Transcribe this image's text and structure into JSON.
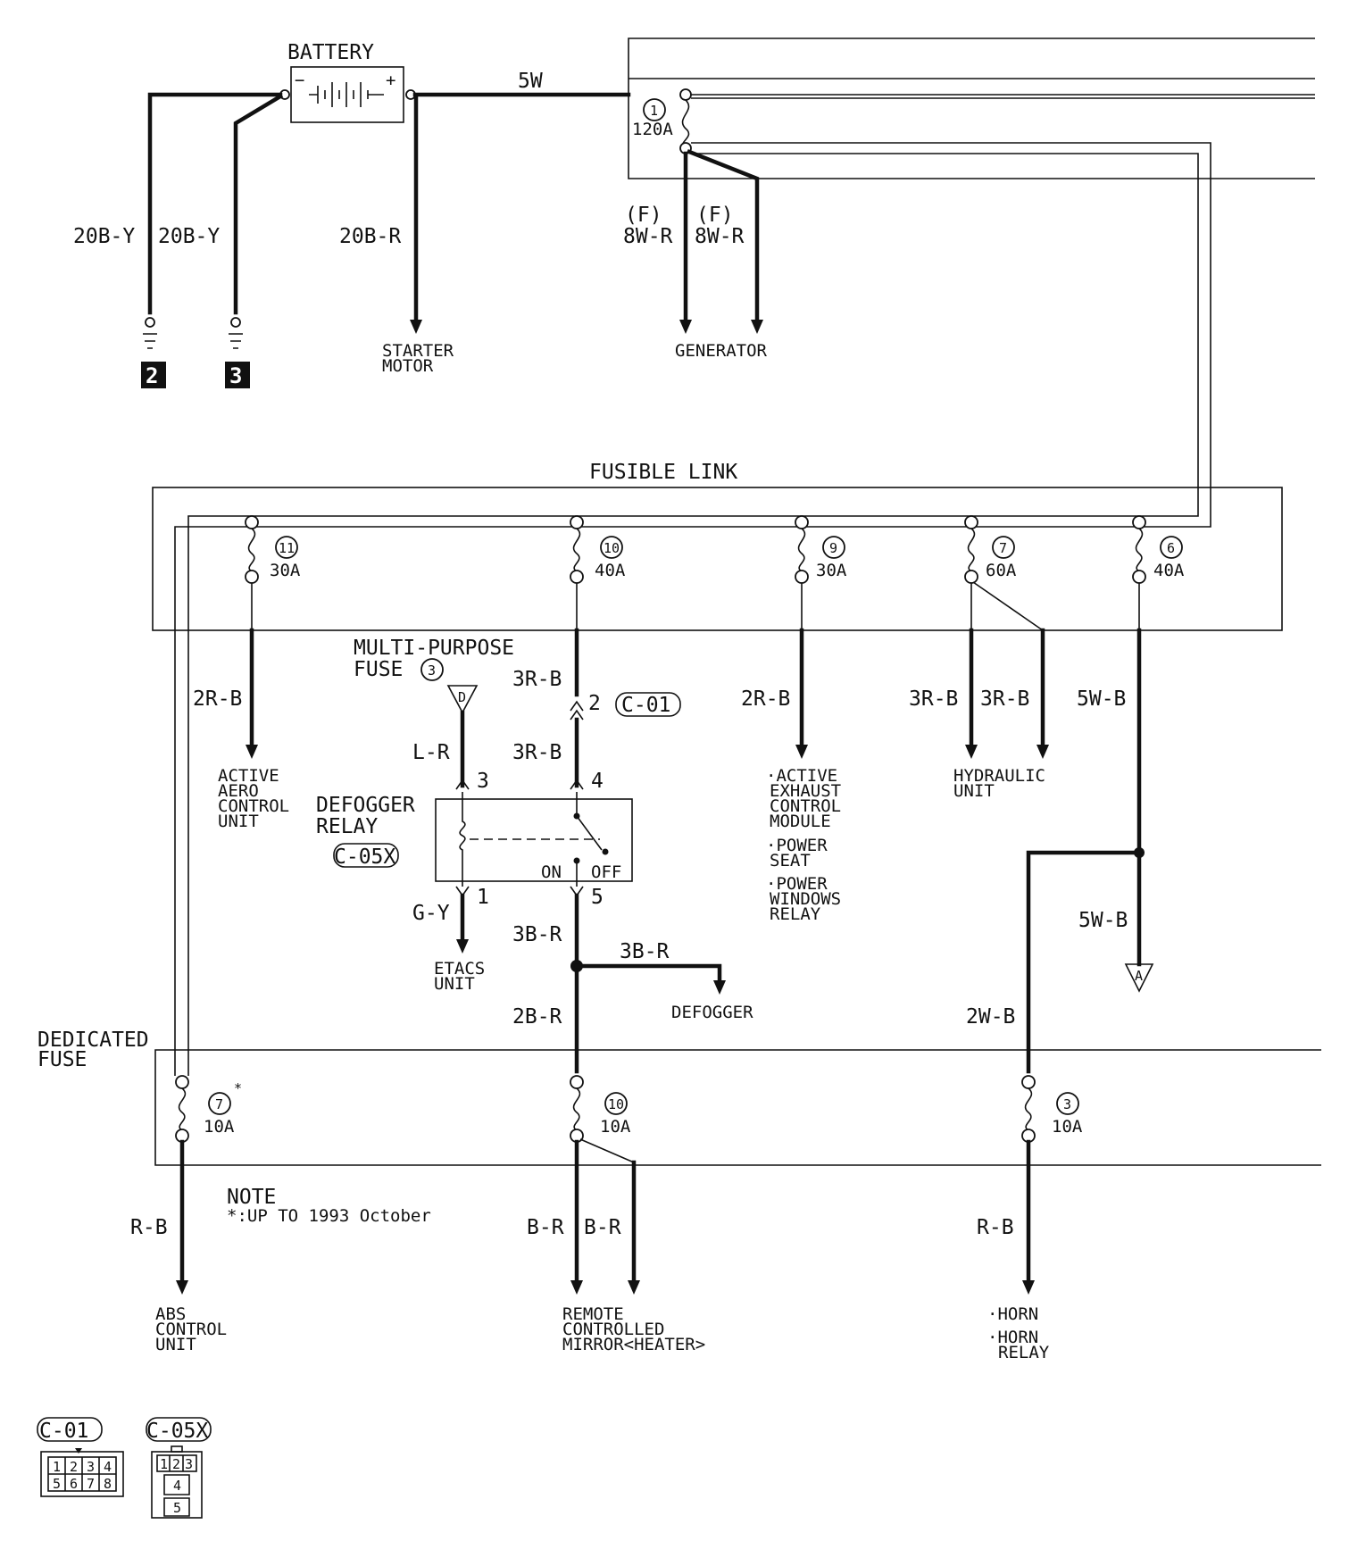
{
  "battery": {
    "label": "BATTERY",
    "minus": "−",
    "plus": "+"
  },
  "wires": {
    "w5w": "5W",
    "w20by_left": "20B-Y",
    "w20by_right": "20B-Y",
    "w20br": "20B-R",
    "wF1": "(F)",
    "w8wr1": "8W-R",
    "wF2": "(F)",
    "w8wr2": "8W-R",
    "w2rb_11": "2R-B",
    "w3rb_top": "3R-B",
    "w3rb_mid": "3R-B",
    "wlr": "L-R",
    "wgy": "G-Y",
    "w3br_a": "3B-R",
    "w3br_b": "3B-R",
    "w2br": "2B-R",
    "w2rb_9": "2R-B",
    "w3rb_7a": "3R-B",
    "w3rb_7b": "3R-B",
    "w5wb_a": "5W-B",
    "w5wb_b": "5W-B",
    "w2wb": "2W-B",
    "wrb_abs": "R-B",
    "wbr1": "B-R",
    "wbr2": "B-R",
    "wrb_horn": "R-B"
  },
  "grounds": {
    "g2": "2",
    "g3": "3"
  },
  "loads": {
    "starter_1": "STARTER",
    "starter_2": "MOTOR",
    "generator": "GENERATOR",
    "aero_1": "ACTIVE",
    "aero_2": "AERO",
    "aero_3": "CONTROL",
    "aero_4": "UNIT",
    "exh_1": "·ACTIVE",
    "exh_2": "EXHAUST",
    "exh_3": "CONTROL",
    "exh_4": "MODULE",
    "seat_1": "·POWER",
    "seat_2": "SEAT",
    "win_1": "·POWER",
    "win_2": "WINDOWS",
    "win_3": "RELAY",
    "hyd_1": "HYDRAULIC",
    "hyd_2": "UNIT",
    "etacs_1": "ETACS",
    "etacs_2": "UNIT",
    "defogger": "DEFOGGER",
    "abs_1": "ABS",
    "abs_2": "CONTROL",
    "abs_3": "UNIT",
    "mirror_1": "REMOTE",
    "mirror_2": "CONTROLLED",
    "mirror_3": "MIRROR<HEATER>",
    "horn_1": "·HORN",
    "horn_2": "·HORN",
    "horn_3": "RELAY"
  },
  "fusible_link": {
    "title": "FUSIBLE LINK",
    "main": {
      "num": "1",
      "amp": "120A"
    },
    "f11": {
      "num": "11",
      "amp": "30A"
    },
    "f10": {
      "num": "10",
      "amp": "40A"
    },
    "f9": {
      "num": "9",
      "amp": "30A"
    },
    "f7": {
      "num": "7",
      "amp": "60A"
    },
    "f6": {
      "num": "6",
      "amp": "40A"
    }
  },
  "multi_purpose_fuse": {
    "line1": "MULTI-PURPOSE",
    "line2": "FUSE",
    "num": "3",
    "tag": "D"
  },
  "connector_pins": {
    "p2": "2",
    "c01": "C-01"
  },
  "relay": {
    "line1": "DEFOGGER",
    "line2": "RELAY",
    "connector": "C-05X",
    "pin3": "3",
    "pin4": "4",
    "pin1": "1",
    "pin5": "5",
    "on": "ON",
    "off": "OFF"
  },
  "junction": {
    "tag": "A"
  },
  "dedicated_fuse": {
    "line1": "DEDICATED",
    "line2": "FUSE",
    "f7": {
      "num": "7",
      "amp": "10A",
      "mark": "*"
    },
    "f10": {
      "num": "10",
      "amp": "10A"
    },
    "f3": {
      "num": "3",
      "amp": "10A"
    }
  },
  "note": {
    "line1": "NOTE",
    "line2": "*:UP TO 1993 October"
  },
  "connector_views": {
    "c01": {
      "label": "C-01",
      "pins": [
        "1",
        "2",
        "3",
        "4",
        "5",
        "6",
        "7",
        "8"
      ]
    },
    "c05x": {
      "label": "C-05X",
      "pins": [
        "1",
        "2",
        "3",
        "4",
        "5"
      ]
    }
  }
}
